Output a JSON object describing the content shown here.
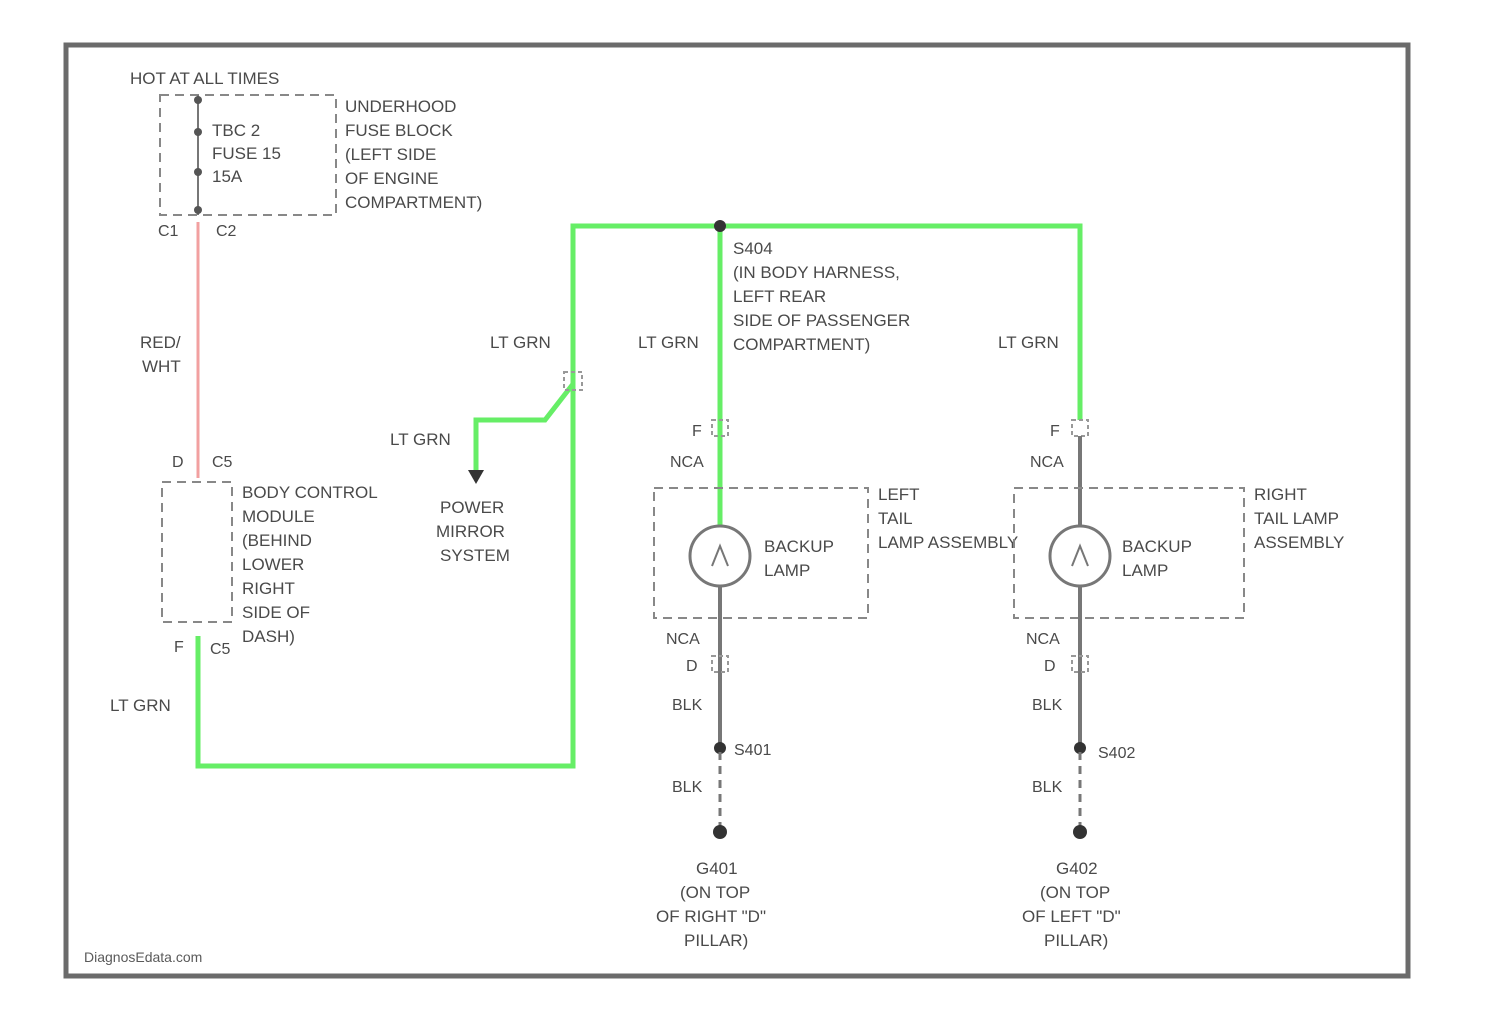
{
  "diagram": {
    "hot_at_all_times": "HOT AT ALL TIMES",
    "fuse": {
      "line1": "TBC 2",
      "line2": "FUSE 15",
      "line3": "15A"
    },
    "fuse_block": [
      "UNDERHOOD",
      "FUSE BLOCK",
      "(LEFT SIDE",
      "OF ENGINE",
      "COMPARTMENT)"
    ],
    "connector_c1": "C1",
    "connector_c2": "C2",
    "red_wht": [
      "RED/",
      "WHT"
    ],
    "bcm_pin_d": "D",
    "bcm_c5_top": "C5",
    "bcm": [
      "BODY CONTROL",
      "MODULE",
      "(BEHIND",
      "LOWER",
      "RIGHT",
      "SIDE OF",
      "DASH)"
    ],
    "bcm_pin_f": "F",
    "bcm_c5_bottom": "C5",
    "lt_grn": "LT GRN",
    "power_mirror": [
      "POWER",
      "MIRROR",
      "SYSTEM"
    ],
    "splice": [
      "S404",
      "(IN BODY HARNESS,",
      "LEFT REAR",
      "SIDE OF PASSENGER",
      "COMPARTMENT)"
    ],
    "pin_f": "F",
    "wire_nca": "NCA",
    "wire_blk": "BLK",
    "pin_d": "D",
    "backup_lamp": [
      "BACKUP",
      "LAMP"
    ],
    "left_tail": [
      "LEFT",
      "TAIL",
      "LAMP ASSEMBLY"
    ],
    "right_tail": [
      "RIGHT",
      "TAIL LAMP",
      "ASSEMBLY"
    ],
    "ground_s401": "S401",
    "ground_s402": "S402",
    "g401": [
      "G401",
      "(ON TOP",
      "OF RIGHT \"D\"",
      "PILLAR)"
    ],
    "g402": [
      "G402",
      "(ON TOP",
      "OF LEFT \"D\"",
      "PILLAR)"
    ],
    "watermark": "DiagnosEdata.com",
    "colors": {
      "lt_grn_wire": "#66ee66",
      "red_wht_wire": "#f2a0a0",
      "frame": "#6b6b6b",
      "text": "#4a4a4a"
    }
  }
}
